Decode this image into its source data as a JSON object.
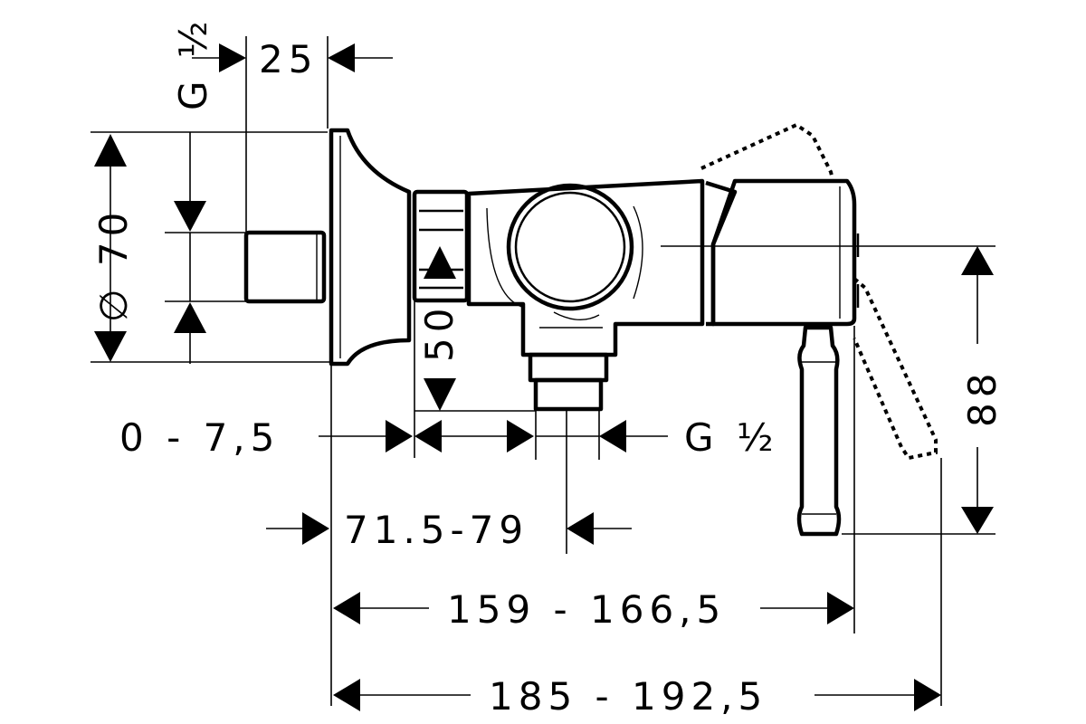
{
  "dimensions": {
    "g_half_side": "G ½",
    "width_25": "25",
    "diameter_70": "∅ 70",
    "height_50": "50",
    "height_88": "88",
    "range_0_7_5": "0 - 7,5",
    "g_half_outlet": "G ½",
    "range_71_5_79": "71.5-79",
    "range_159_166_5": "159 - 166,5",
    "range_185_192_5": "185 - 192,5"
  }
}
